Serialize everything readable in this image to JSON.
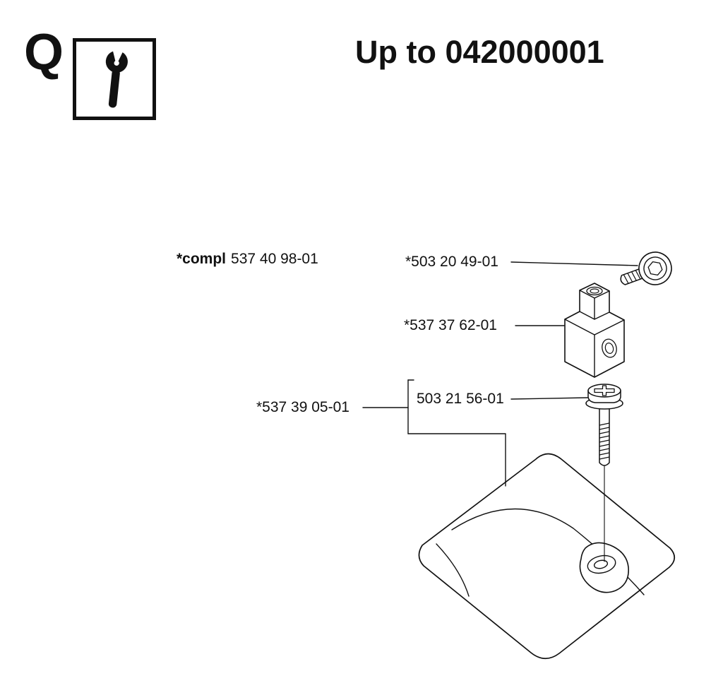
{
  "page": {
    "section_letter": "Q",
    "title": "Up to 042000001"
  },
  "header_box": {
    "icon": "wrench-icon"
  },
  "part_labels": {
    "compl": {
      "prefix": "*compl",
      "number": "537 40 98-01"
    },
    "button_head_screw": "*503 20 49-01",
    "anchor_block": "*537 37 62-01",
    "pan_head_screw": "503 21 56-01",
    "cover_assembly": "*537 39 05-01"
  },
  "colors": {
    "background": "#ffffff",
    "ink": "#111111"
  }
}
